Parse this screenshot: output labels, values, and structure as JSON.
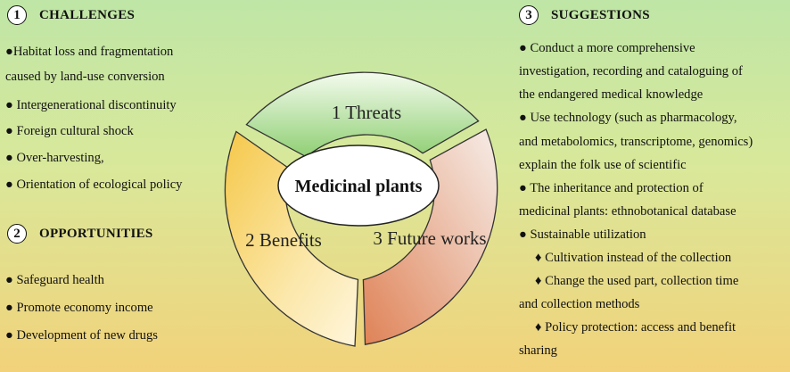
{
  "center": "Medicinal plants",
  "segments": {
    "threats": "1 Threats",
    "benefits": "2 Benefits",
    "future": "3 Future works"
  },
  "challenges": {
    "number": "1",
    "title": "CHALLENGES",
    "lines": [
      "●Habitat loss and fragmentation",
      "caused by land-use conversion",
      "●  Intergenerational discontinuity",
      "●  Foreign cultural shock",
      "●  Over-harvesting,",
      "●  Orientation of ecological policy"
    ]
  },
  "opportunities": {
    "number": "2",
    "title": "OPPORTUNITIES",
    "lines": [
      "●  Safeguard health",
      "●  Promote economy income",
      "●  Development of new drugs"
    ]
  },
  "suggestions": {
    "number": "3",
    "title": "SUGGESTIONS",
    "lines": [
      "●  Conduct a more comprehensive",
      "investigation, recording and cataloguing of",
      "the endangered medical knowledge",
      "●  Use technology (such as pharmacology,",
      "and metabolomics, transcriptome, genomics)",
      "explain the folk use of scientific",
      "●  The inheritance and protection of",
      "medicinal plants: ethnobotanical database",
      "●  Sustainable utilization",
      "♦ Cultivation instead of the collection",
      "♦ Change the used part, collection time",
      "and collection methods",
      "♦ Policy protection: access and benefit",
      "sharing"
    ]
  }
}
